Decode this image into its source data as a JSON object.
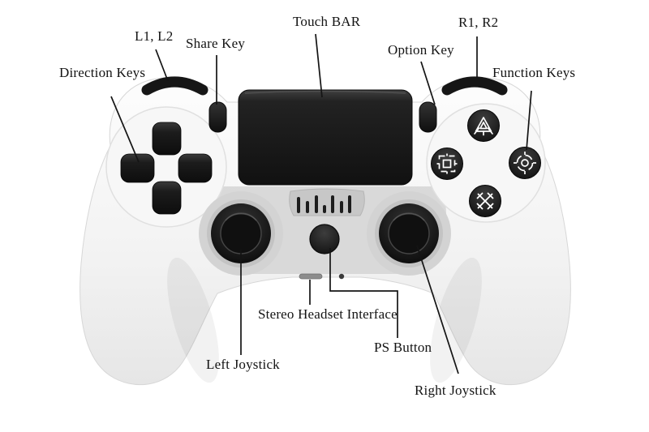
{
  "annotations": [
    {
      "id": "direction-keys",
      "text": "Direction Keys"
    },
    {
      "id": "l1-l2",
      "text": "L1, L2"
    },
    {
      "id": "share-key",
      "text": "Share Key"
    },
    {
      "id": "touch-bar",
      "text": "Touch BAR"
    },
    {
      "id": "option-key",
      "text": "Option Key"
    },
    {
      "id": "r1-r2",
      "text": "R1, R2"
    },
    {
      "id": "function-keys",
      "text": "Function Keys"
    },
    {
      "id": "stereo-headset-interface",
      "text": "Stereo Headset Interface"
    },
    {
      "id": "left-joystick",
      "text": "Left Joystick"
    },
    {
      "id": "ps-button",
      "text": "PS Button"
    },
    {
      "id": "right-joystick",
      "text": "Right Joystick"
    }
  ],
  "colors": {
    "background": "#ffffff",
    "label_text": "#131313",
    "pointer_line": "#141414",
    "controller_body": "#f4f4f4",
    "controller_center_panel": "#d6d6d6",
    "dark_parts": "#171717",
    "button_glyphs": "#ffffff"
  }
}
